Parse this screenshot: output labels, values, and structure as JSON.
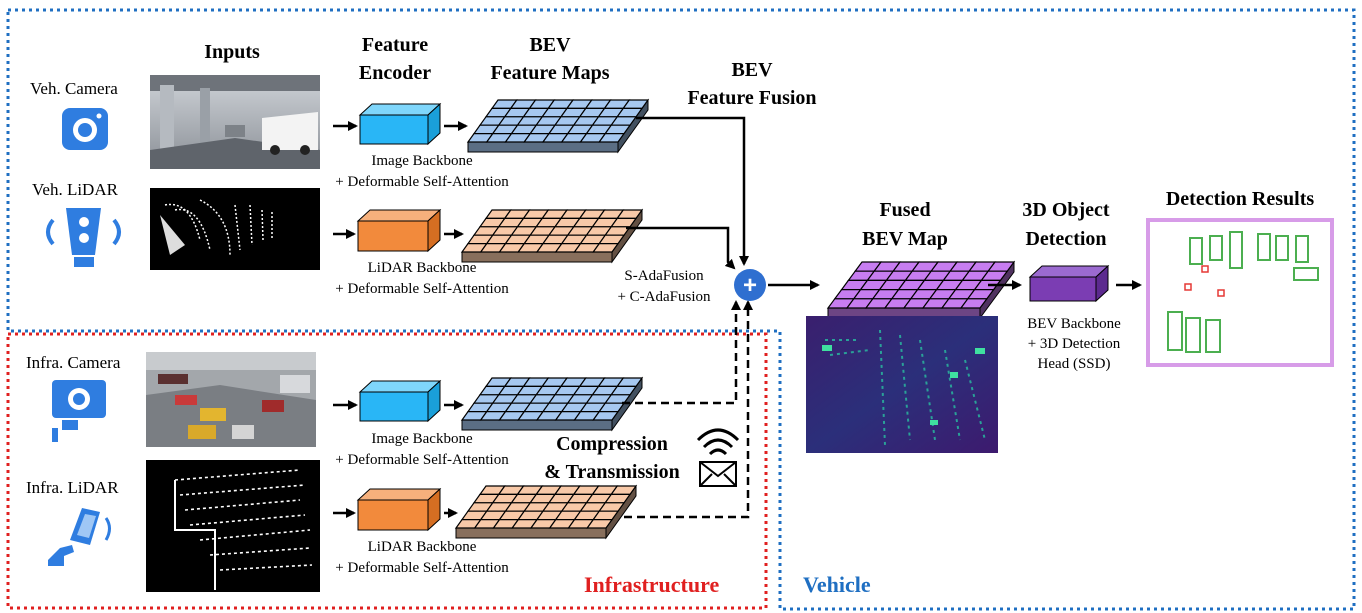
{
  "headers": {
    "inputs": "Inputs",
    "feature_encoder_1": "Feature",
    "feature_encoder_2": "Encoder",
    "bev_maps_1": "BEV",
    "bev_maps_2": "Feature Maps",
    "bev_fusion_1": "BEV",
    "bev_fusion_2": "Feature Fusion",
    "fused_1": "Fused",
    "fused_2": "BEV Map",
    "detect_1": "3D Object",
    "detect_2": "Detection",
    "results": "Detection Results",
    "compression_1": "Compression",
    "compression_2": "& Transmission"
  },
  "sensors": {
    "veh_camera": "Veh. Camera",
    "veh_lidar": "Veh. LiDAR",
    "infra_camera": "Infra. Camera",
    "infra_lidar": "Infra. LiDAR"
  },
  "captions": {
    "image_backbone": "Image Backbone",
    "lidar_backbone": "LiDAR Backbone",
    "deformable": "+ Deformable Self-Attention",
    "s_adafusion": "S-AdaFusion",
    "c_adafusion": "+ C-AdaFusion",
    "bev_backbone": "BEV Backbone",
    "det_head": "+ 3D Detection",
    "det_head_2": "Head (SSD)",
    "plus": "+"
  },
  "regions": {
    "infrastructure": "Infrastructure",
    "vehicle": "Vehicle"
  },
  "colors": {
    "vehicle_border": "#1f6fc2",
    "infra_border": "#e02020",
    "camera_encoder": "#29b6f6",
    "lidar_encoder": "#f28a3c",
    "camera_grid": "#a6c8f0",
    "lidar_grid": "#f8c9a8",
    "fused_grid": "#c77df0",
    "detection_head": "#7b3db3",
    "fusion_node": "#2f6fd0",
    "results_border": "#d79ce8",
    "box_green": "#4caf50",
    "box_red": "#e53935",
    "icon_blue": "#2f7de0"
  }
}
